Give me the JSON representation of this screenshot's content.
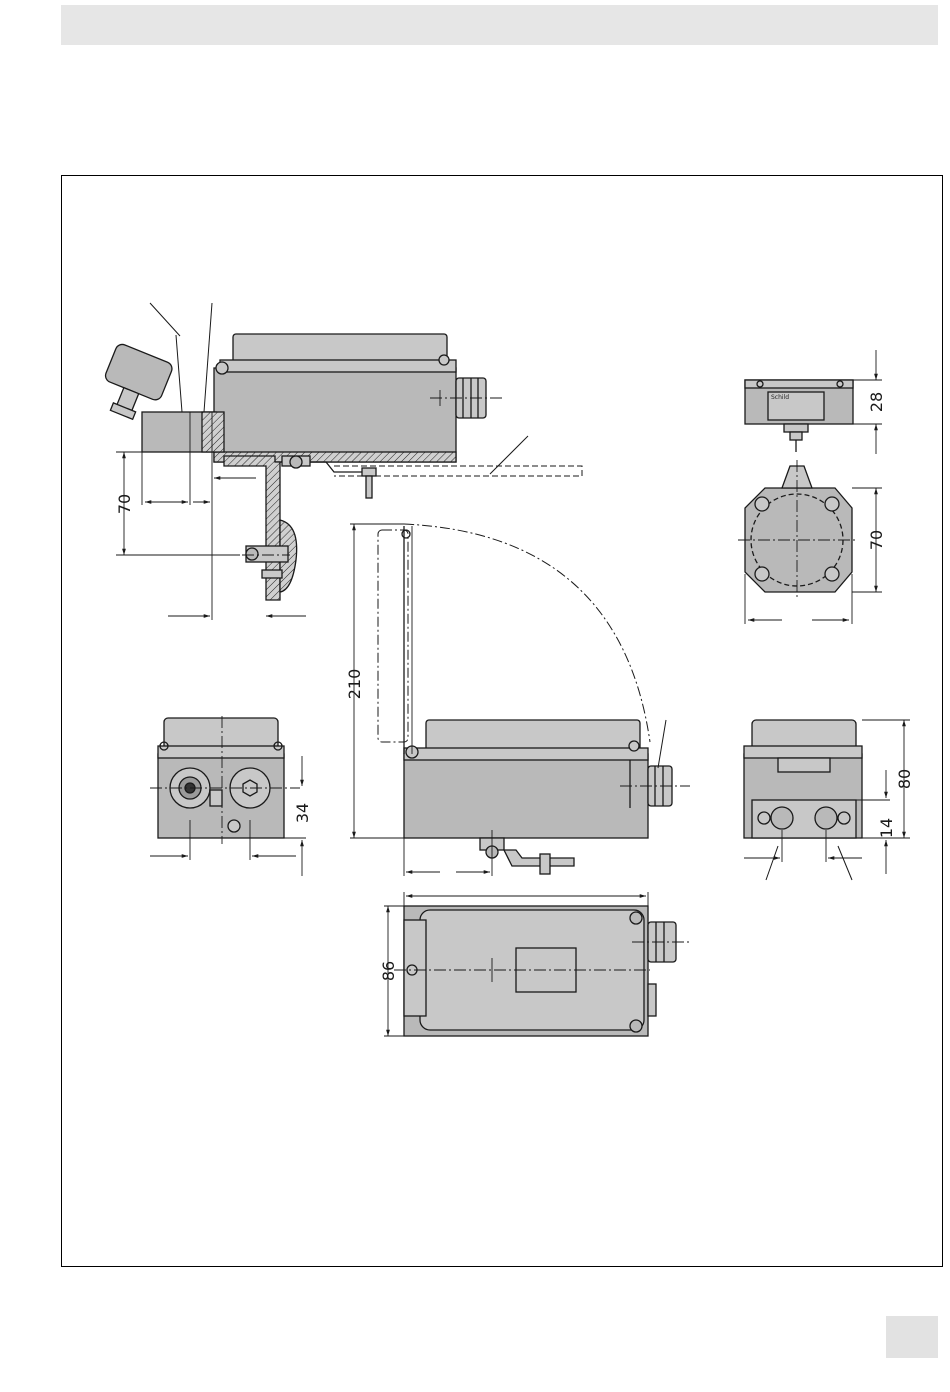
{
  "colors": {
    "housing_fill": "#b9b9b9",
    "cover_fill": "#c8c8c8",
    "outline": "#1a1a1a",
    "header_bar": "#e6e6e6",
    "page_box": "#e2e2e2"
  },
  "dimensions": {
    "d70_side": "70",
    "d210": "210",
    "d34": "34",
    "d28": "28",
    "d70_sensor": "70",
    "d80": "80",
    "d14": "14",
    "d86": "86"
  },
  "labels": {
    "schild": "Schild"
  }
}
